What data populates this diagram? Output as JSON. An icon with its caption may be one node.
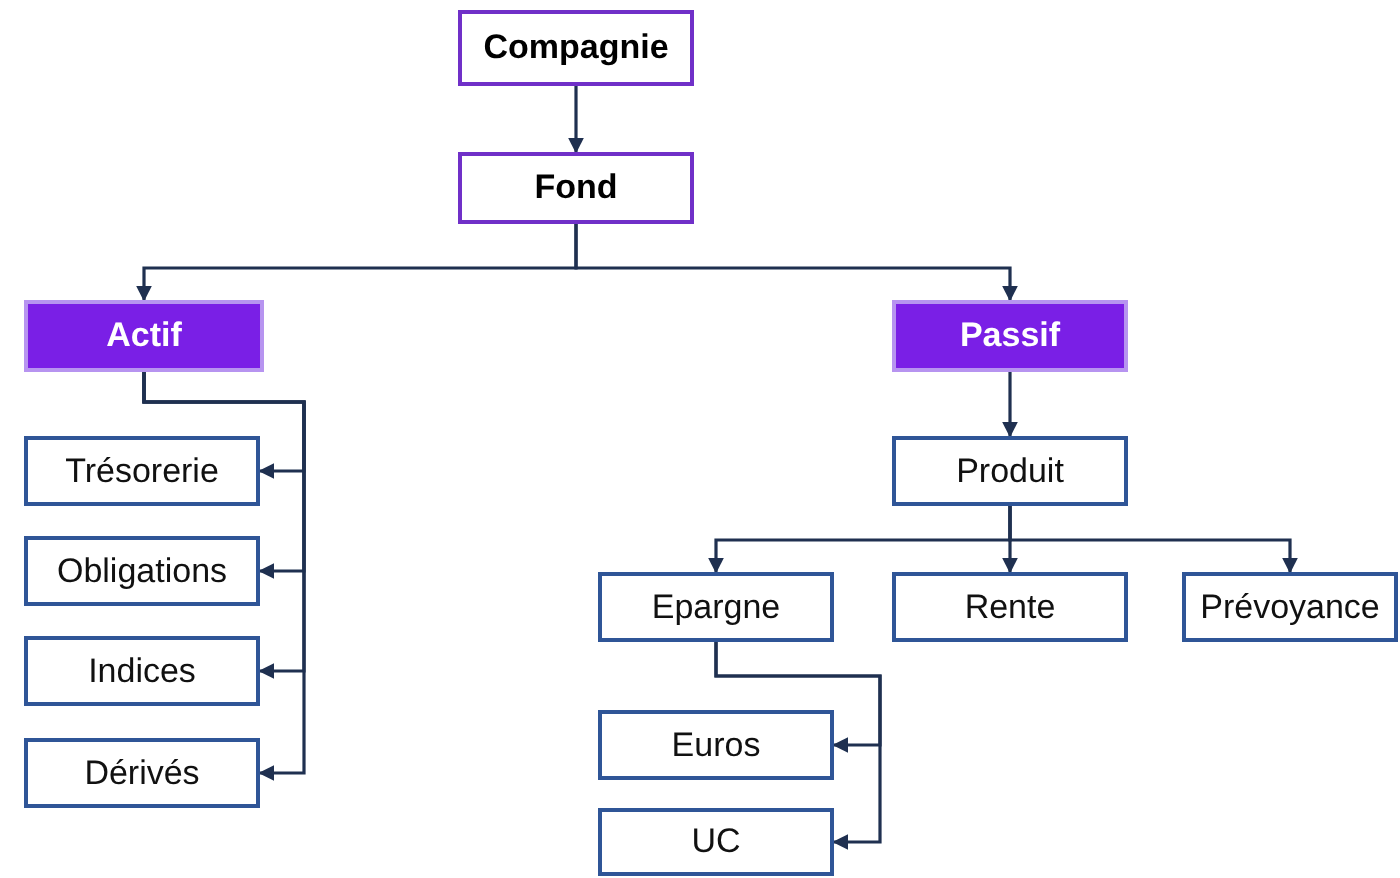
{
  "diagram": {
    "nodes": [
      {
        "text": [
          "Compagnie"
        ]
      },
      {
        "text": [
          "Fond"
        ]
      },
      {
        "text": [
          "Actif"
        ]
      },
      {
        "text": [
          "Passif"
        ]
      },
      {
        "text": [
          "Trésorerie"
        ]
      },
      {
        "text": [
          "Obligations"
        ]
      },
      {
        "text": [
          "Indices"
        ]
      },
      {
        "text": [
          "Dérivés"
        ]
      },
      {
        "text": [
          "Produit"
        ]
      },
      {
        "text": [
          "Epargne"
        ]
      },
      {
        "text": [
          "Rente"
        ]
      },
      {
        "text": [
          "Prévoyance"
        ]
      },
      {
        "text": [
          "Euros"
        ]
      },
      {
        "text": [
          "UC"
        ]
      }
    ],
    "edges": [
      {
        "from": 0,
        "to": 1,
        "arrow": "to"
      },
      {
        "from": 1,
        "to": 2,
        "arrow": "to"
      },
      {
        "from": 1,
        "to": 3,
        "arrow": "to"
      },
      {
        "from": 2,
        "to": 4,
        "arrow": "to"
      },
      {
        "from": 2,
        "to": 5,
        "arrow": "to"
      },
      {
        "from": 2,
        "to": 6,
        "arrow": "to"
      },
      {
        "from": 2,
        "to": 7,
        "arrow": "to"
      },
      {
        "from": 3,
        "to": 8,
        "arrow": "to"
      },
      {
        "from": 8,
        "to": 9,
        "arrow": "to"
      },
      {
        "from": 8,
        "to": 10,
        "arrow": "to"
      },
      {
        "from": 8,
        "to": 11,
        "arrow": "to"
      },
      {
        "from": 9,
        "to": 12,
        "arrow": "to"
      },
      {
        "from": 9,
        "to": 13,
        "arrow": "to"
      }
    ]
  }
}
